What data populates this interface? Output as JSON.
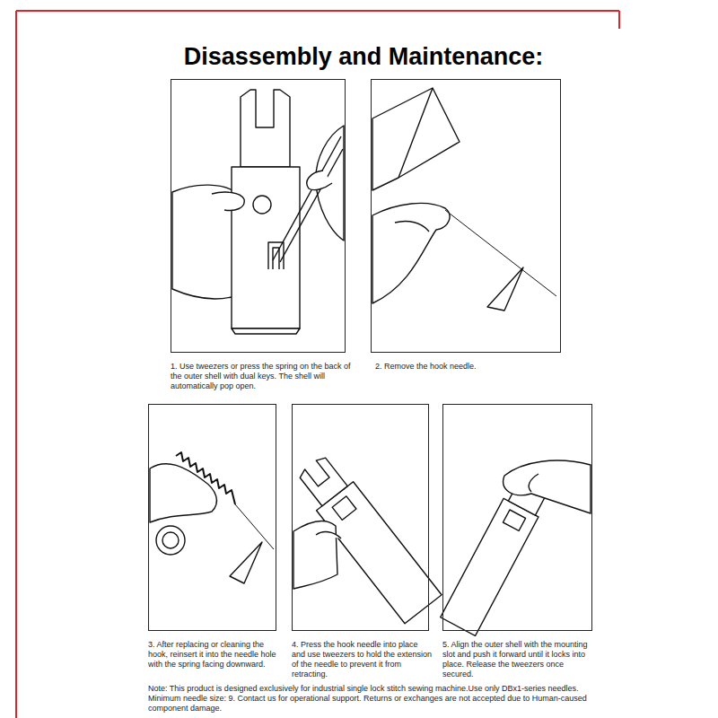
{
  "diagram": {
    "title": "Disassembly and Maintenance:",
    "nodes": [
      {
        "text": [
          "1. Use tweezers or press the spring on the back of the outer shell with dual keys. The shell will automatically pop open."
        ]
      },
      {
        "text": [
          "2. Remove the hook needle."
        ]
      },
      {
        "text": [
          "3. After replacing or cleaning the hook, reinsert it into the needle hole with the spring facing downward."
        ]
      },
      {
        "text": [
          "4. Press the hook needle into place and use tweezers to hold the extension of the needle to prevent it from retracting."
        ]
      },
      {
        "text": [
          "5. Align the outer shell with the mounting slot and push it forward until it locks into place. Release the tweezers once secured."
        ]
      }
    ],
    "labels": [
      "Note: This product is designed exclusively for industrial single lock stitch sewing machine.Use only DBx1-series needles. Minimum needle size: 9. Contact us for operational support. Returns or exchanges are not accepted due to Human-caused component damage."
    ]
  }
}
